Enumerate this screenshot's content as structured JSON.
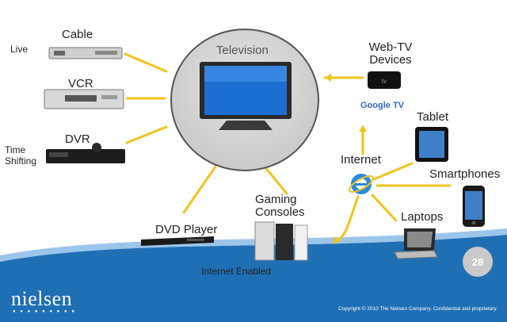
{
  "center": {
    "label": "Television"
  },
  "left_devices": {
    "cable": {
      "label": "Cable",
      "side_label": "Live"
    },
    "vcr": {
      "label": "VCR"
    },
    "dvr": {
      "label": "DVR",
      "side_label": "Time Shifting"
    }
  },
  "bottom_devices": {
    "dvd": {
      "label": "DVD Player"
    },
    "gaming": {
      "label": "Gaming Consoles",
      "sub_label": "Internet Enabled"
    }
  },
  "right_devices": {
    "webtv": {
      "label": "Web-TV Devices",
      "brand": "Google TV"
    },
    "internet": {
      "label": "Internet"
    },
    "tablet": {
      "label": "Tablet"
    },
    "smartphones": {
      "label": "Smartphones"
    },
    "laptops": {
      "label": "Laptops"
    }
  },
  "footer": {
    "logo": "nielsen",
    "copyright": "Copyright © 2010 The Nielsen Company. Confidential and proprietary.",
    "page_number": "28"
  },
  "colors": {
    "connector": "#f2c31b",
    "band": "#1f6fb5",
    "badge": "#c9c9c9"
  }
}
